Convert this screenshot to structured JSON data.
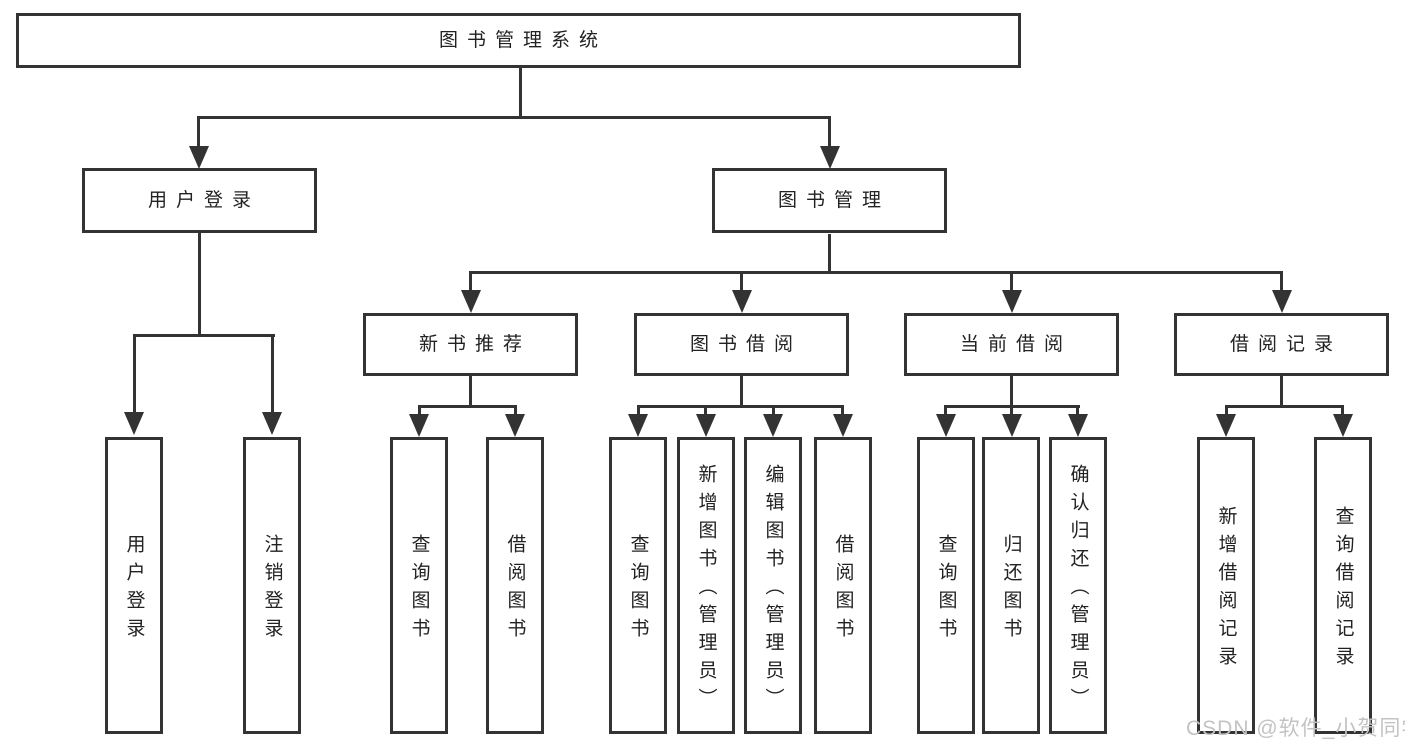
{
  "diagram": {
    "title": "图书管理系统",
    "level2": {
      "user": "用户登录",
      "book": "图书管理"
    },
    "level3": {
      "new_book": "新书推荐",
      "borrow": "图书借阅",
      "current": "当前借阅",
      "record": "借阅记录"
    },
    "leaves": {
      "user_login": "用户登录",
      "logout": "注销登录",
      "nb_query": "查询图书",
      "nb_borrow": "借阅图书",
      "bb_query": "查询图书",
      "bb_add": "新增图书（管理员）",
      "bb_edit": "编辑图书（管理员）",
      "bb_borrow": "借阅图书",
      "cb_query": "查询图书",
      "cb_return": "归还图书",
      "cb_confirm": "确认归还（管理员）",
      "br_add": "新增借阅记录",
      "br_query": "查询借阅记录"
    },
    "watermark": "CSDN @软件_小贺同学",
    "theme": {
      "line_color": "#333333",
      "text_color": "#222222",
      "watermark_color": "#c3c3c3",
      "bg_color": "#ffffff"
    }
  }
}
